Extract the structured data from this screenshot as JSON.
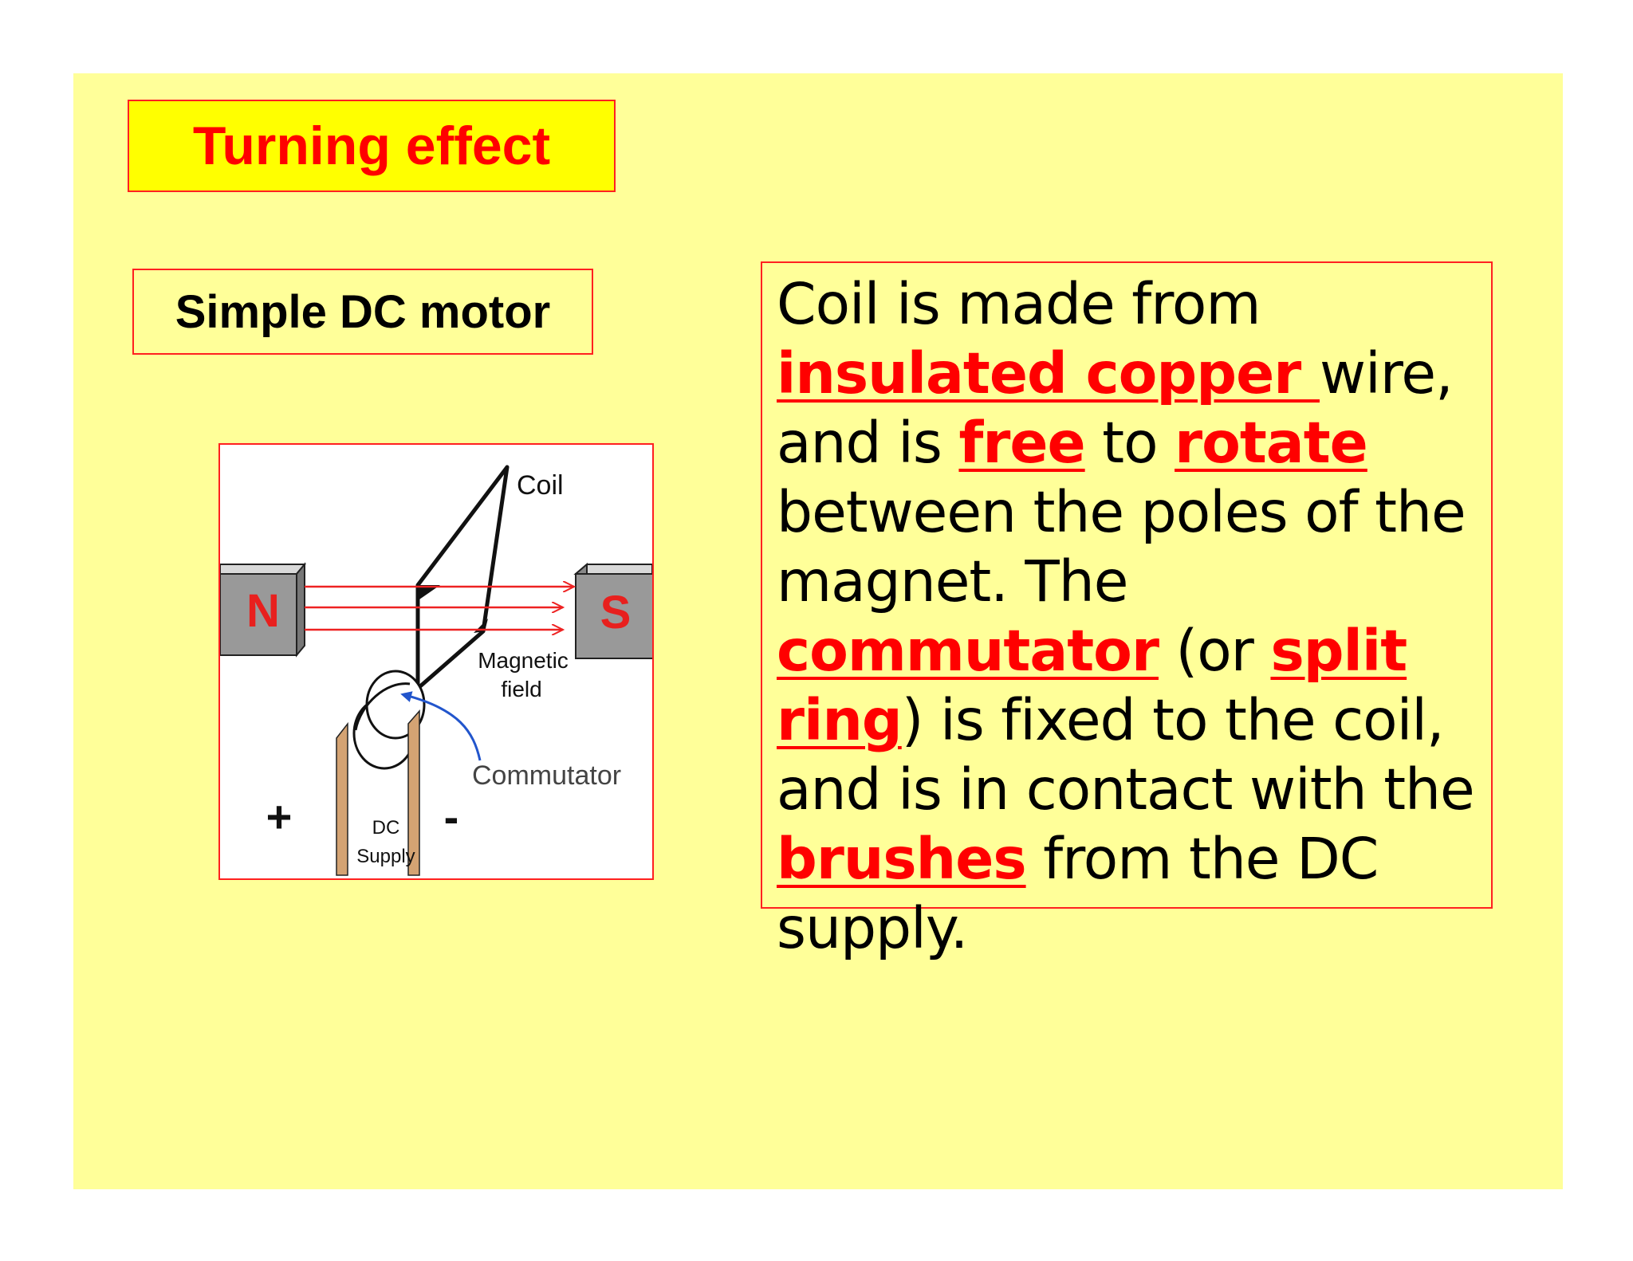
{
  "title": "Turning effect",
  "subtitle": "Simple DC motor",
  "diagram": {
    "coil_label": "Coil",
    "north_pole": "N",
    "south_pole": "S",
    "field_label_1": "Magnetic",
    "field_label_2": "field",
    "commutator_label": "Commutator",
    "plus_sign": "+",
    "minus_sign": "-",
    "supply_label_1": "DC",
    "supply_label_2": "Supply"
  },
  "description": {
    "t1": "Coil is made from ",
    "k1": "insulated copper ",
    "t2": "wire, and is ",
    "k2": "free",
    "t3": " to ",
    "k3": "rotate",
    "t4": " between the poles of the magnet.  The ",
    "k4": "commutator",
    "t5": " (or ",
    "k5": "split ring",
    "t6": ") is fixed to the coil, and is in contact with the ",
    "k6": "brushes",
    "t7": " from the DC supply."
  },
  "colors": {
    "slide_background": "#ffff99",
    "title_background": "#ffff00",
    "accent_red": "#ff0000",
    "field_arrow": "#ee2222",
    "rotation_arrow": "#2255cc",
    "brush": "#d4a373"
  }
}
